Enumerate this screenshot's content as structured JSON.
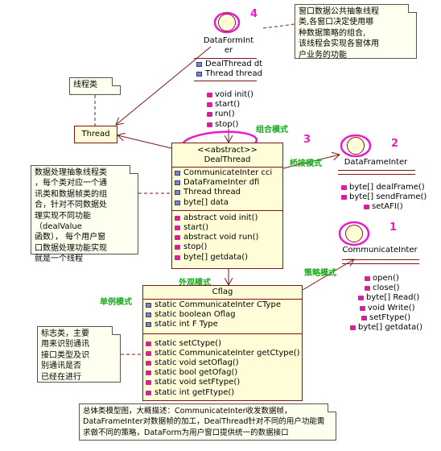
{
  "colors": {
    "box_fill": "#fffdd8",
    "box_border": "#7a1818",
    "annotation": "#e81ccc",
    "pattern_label": "#18a818",
    "note_fill": "#fffff0"
  },
  "notes": {
    "dataform_note": [
      "窗口数据公共抽象线程",
      "类,各窗口决定使用哪",
      "种数据策略的组合,",
      "该线程会实现各窗体用",
      "户业务的功能"
    ],
    "thread_class_note": "线程类",
    "dealthread_note": [
      "数据处理抽象线程类",
      "，每个类对应一个通",
      "讯类和数据帧类的组",
      "合，针对不同数据处",
      "理实现不同功能（dealValue",
      "函数）， 每个用户窗",
      "口数据处理功能实现",
      "就是一个线程"
    ],
    "flag_note": [
      "标志类，主要",
      "用来识别通讯",
      "接口类型及识",
      "别通讯是否",
      "已经在进行"
    ],
    "summary_note": [
      "总体类模型图，大概描述：CommunicateInter收发数据帧，",
      "DataFrameInter对数据帧的加工，DealThread针对不同的用户功能需",
      "求做不同的策略，DataForm为用户窗口提供统一的数据接口"
    ]
  },
  "dataforminter": {
    "name_line1": "DataFormInt",
    "name_line2": "er",
    "attributes": [
      "DealThread dt",
      "Thread thread"
    ],
    "operations": [
      "void   init()",
      "start()",
      "run()",
      "stop()"
    ]
  },
  "thread_class": {
    "name": "Thread"
  },
  "dealthread": {
    "stereotype": "<<abstract>>",
    "name": "DealThread",
    "attributes": [
      "CommunicateInter cci",
      "DataFrameInter dfi",
      "Thread thread",
      "byte[] data"
    ],
    "operations": [
      "abstract void  init()",
      "start()",
      "abstract void run()",
      "stop()",
      "byte[] getdata()"
    ]
  },
  "dataframeinter": {
    "name": "DataFrameInter",
    "operations": [
      "byte[] dealFrame()",
      "byte[] sendFrame()",
      "setAFI()"
    ]
  },
  "communicateinter": {
    "name": "CommunicateInter",
    "operations": [
      "open()",
      "close()",
      "byte[]  Read()",
      "void Write()",
      "setFtype()",
      "byte[] getdata()"
    ]
  },
  "cflag": {
    "name": "Cflag",
    "attributes": [
      "static CommunicateInter CType",
      "static boolean Oflag",
      "static int F Type"
    ],
    "operations": [
      "static  setCtype()",
      "static  CommunicateInter getCtype()",
      "static  void setOflag()",
      "static  bool getOfag()",
      "static  void setFtype()",
      "static  int  getFtype()"
    ]
  },
  "pattern_labels": {
    "composite": "组合模式",
    "bridge": "桥接模式",
    "facade": "外观模式",
    "strategy": "策略模式",
    "singleton": "单例模式"
  },
  "annotation_numbers": [
    "4",
    "3",
    "2",
    "1"
  ]
}
